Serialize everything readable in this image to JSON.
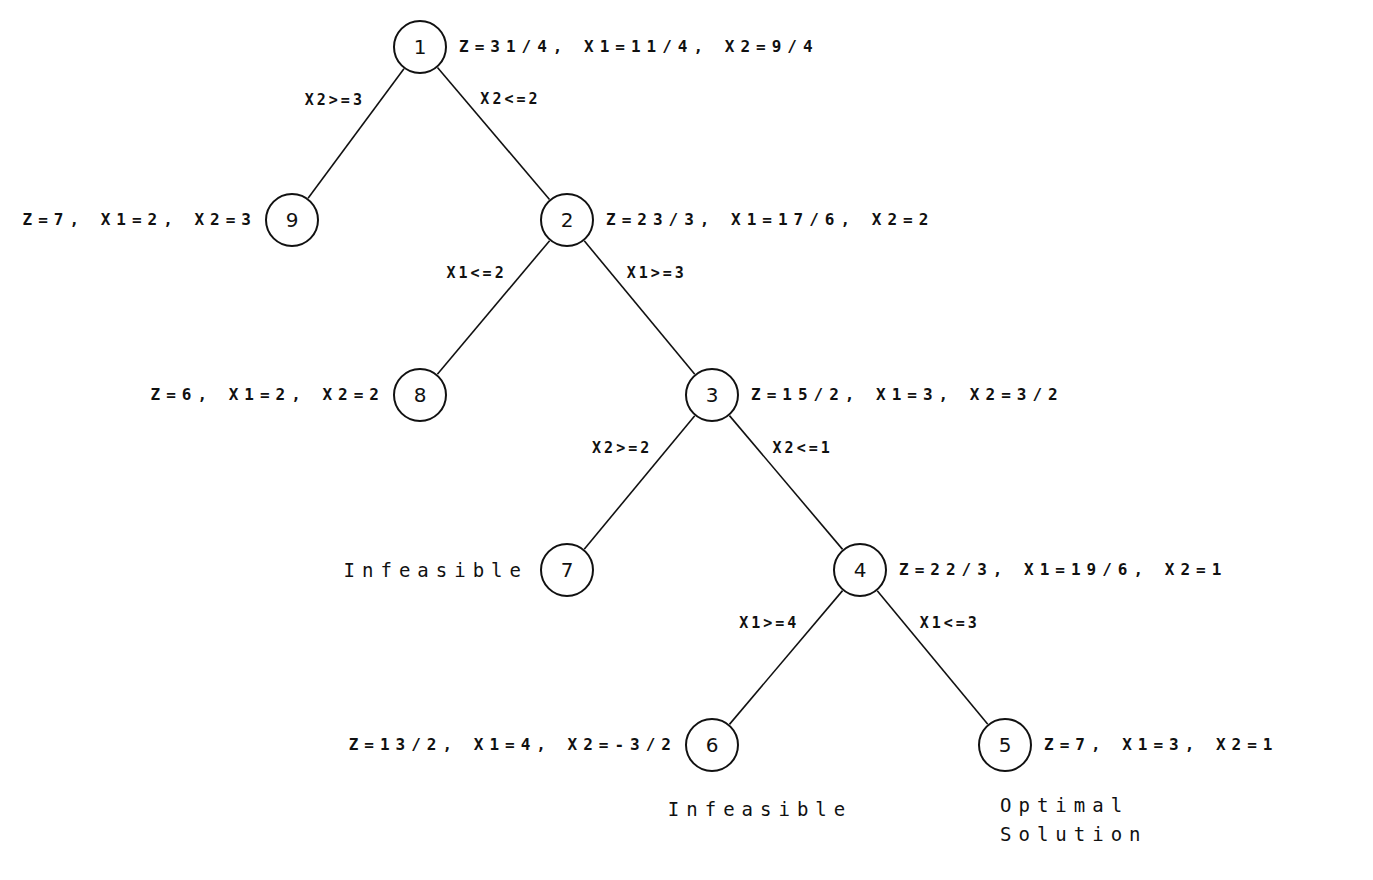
{
  "diagram": {
    "nodes": [
      {
        "text": [
          "1",
          "Z=31/4, X1=11/4, X2=9/4"
        ]
      },
      {
        "text": [
          "9",
          "Z=7, X1=2, X2=3"
        ]
      },
      {
        "text": [
          "2",
          "Z=23/3, X1=17/6, X2=2"
        ]
      },
      {
        "text": [
          "8",
          "Z=6, X1=2, X2=2"
        ]
      },
      {
        "text": [
          "3",
          "Z=15/2, X1=3, X2=3/2"
        ]
      },
      {
        "text": [
          "7",
          "Infeasible"
        ]
      },
      {
        "text": [
          "4",
          "Z=22/3, X1=19/6, X2=1"
        ]
      },
      {
        "text": [
          "6",
          "Z=13/2, X1=4, X2=-3/2",
          "Infeasible"
        ]
      },
      {
        "text": [
          "5",
          "Z=7, X1=3, X2=1",
          "Optimal Solution"
        ]
      }
    ],
    "edges": [
      {
        "from": 0,
        "to": 1,
        "label": "X2>=3",
        "arrow": "none"
      },
      {
        "from": 0,
        "to": 2,
        "label": "X2<=2",
        "arrow": "none"
      },
      {
        "from": 2,
        "to": 3,
        "label": "X1<=2",
        "arrow": "none"
      },
      {
        "from": 2,
        "to": 4,
        "label": "X1>=3",
        "arrow": "none"
      },
      {
        "from": 4,
        "to": 5,
        "label": "X2>=2",
        "arrow": "none"
      },
      {
        "from": 4,
        "to": 6,
        "label": "X2<=1",
        "arrow": "none"
      },
      {
        "from": 6,
        "to": 7,
        "label": "X1>=4",
        "arrow": "none"
      },
      {
        "from": 6,
        "to": 8,
        "label": "X1<=3",
        "arrow": "none"
      }
    ]
  }
}
